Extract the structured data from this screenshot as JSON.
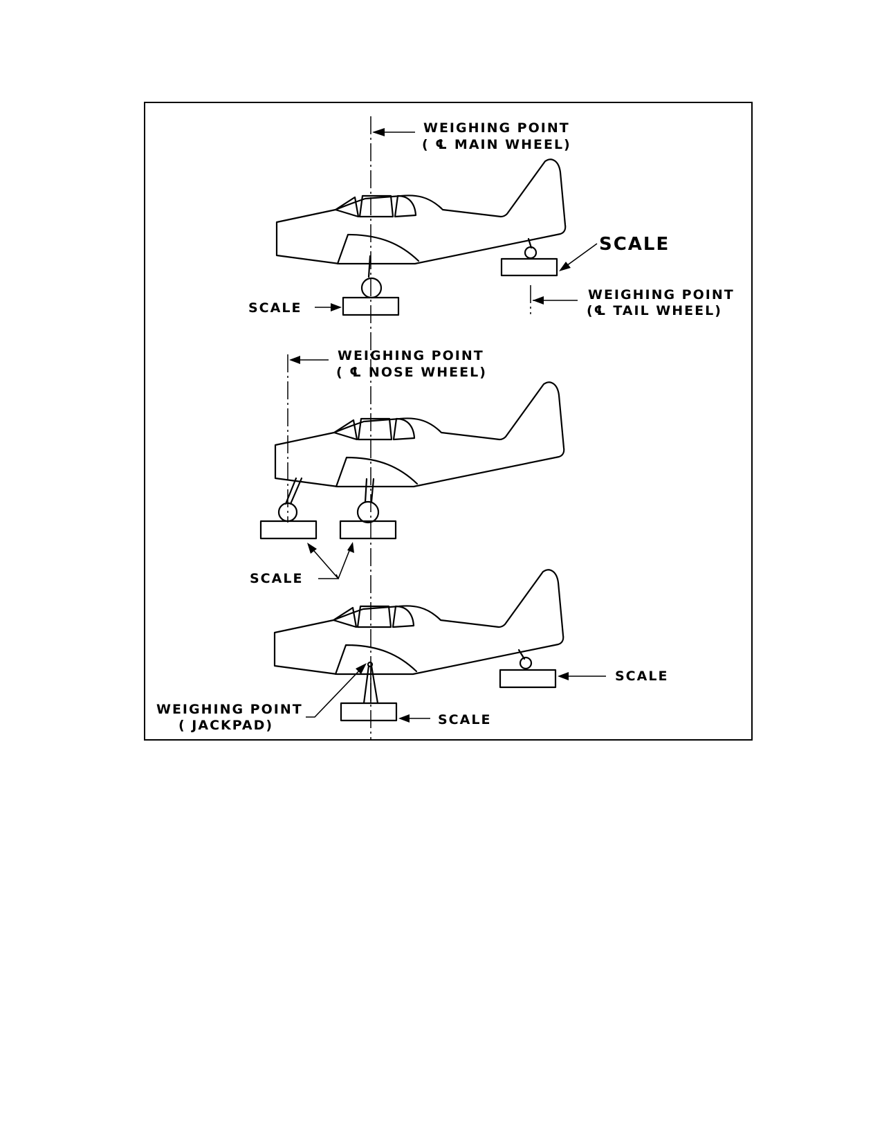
{
  "figure": {
    "panel_main_tail": {
      "weighing_point_main": {
        "line1": "WEIGHING  POINT",
        "line2": "( ℄  MAIN  WHEEL)"
      },
      "scale_tail_label": "SCALE",
      "scale_main_label": "SCALE",
      "weighing_point_tail": {
        "line1": "WEIGHING  POINT",
        "line2": "(℄  TAIL  WHEEL)"
      }
    },
    "panel_nose": {
      "weighing_point_nose": {
        "line1": "WEIGHING  POINT",
        "line2": "( ℄  NOSE  WHEEL)"
      },
      "scale_label": "SCALE"
    },
    "panel_jackpad": {
      "scale_tail_label": "SCALE",
      "weighing_point_jackpad": {
        "line1": "WEIGHING  POINT",
        "line2": "( JACKPAD)"
      },
      "scale_jack_label": "SCALE"
    }
  }
}
